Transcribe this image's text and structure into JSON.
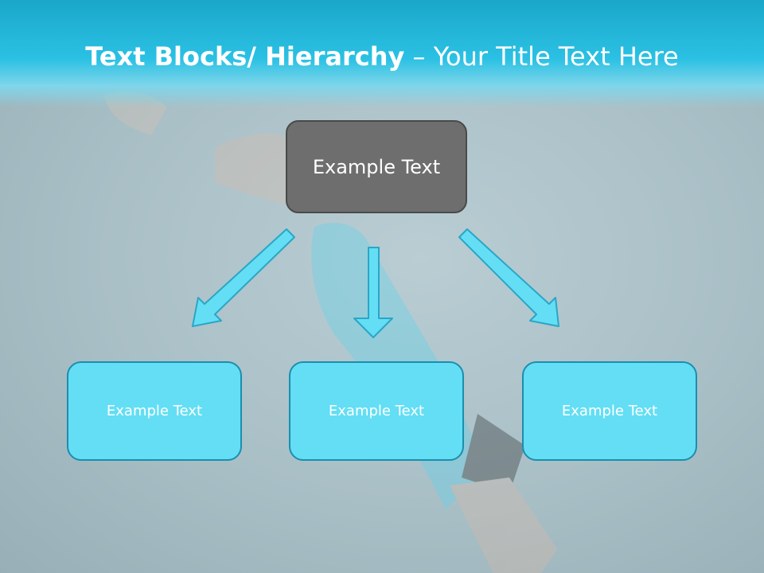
{
  "title": {
    "bold_part": "Text Blocks/ Hierarchy",
    "separator": " – ",
    "regular_part": "Your Title Text Here"
  },
  "top_box": {
    "label": "Example Text"
  },
  "children": [
    {
      "label": "Example Text"
    },
    {
      "label": "Example Text"
    },
    {
      "label": "Example Text"
    }
  ],
  "colors": {
    "header": "#2bc1e4",
    "top_box": "#6e6e6e",
    "child_box": "#63def5",
    "arrow": "#63def5"
  }
}
